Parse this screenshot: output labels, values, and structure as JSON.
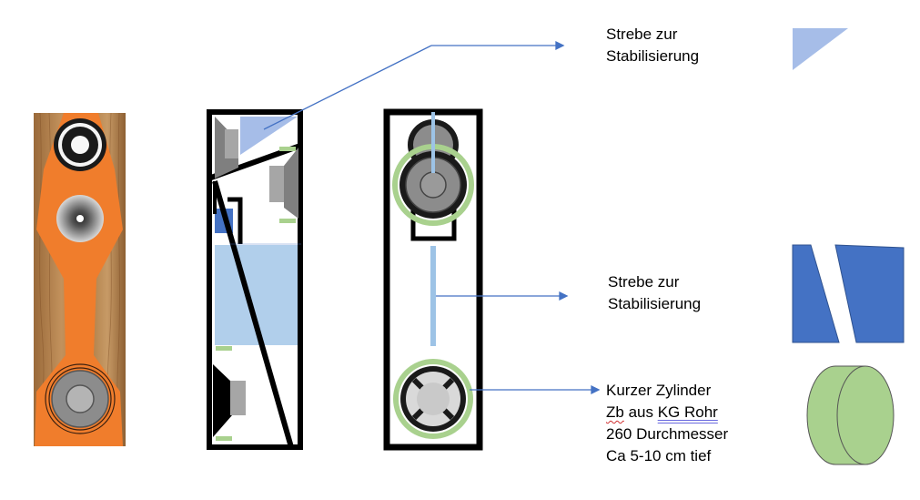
{
  "labels": {
    "strut_top": [
      "Strebe zur",
      "Stabilisierung"
    ],
    "strut_middle": [
      "Strebe zur",
      "Stabilisierung"
    ],
    "cylinder": {
      "line1": "Kurzer Zylinder",
      "line2_a": "Zb",
      "line2_b": " aus ",
      "line2_c": "KG Rohr",
      "line3": "260 Durchmesser",
      "line4": "Ca 5-10 cm tief"
    }
  },
  "colors": {
    "orange": "#f07d2c",
    "wood": "#b07a45",
    "strut_light": "#a6bde8",
    "strut_dark": "#4472c4",
    "cylinder_green": "#a9d18e",
    "ring_green": "#a9d18e",
    "damping_blue": "#9dc3e6",
    "arrow_blue": "#4472c4",
    "driver_grey": "#8c8c8c"
  }
}
